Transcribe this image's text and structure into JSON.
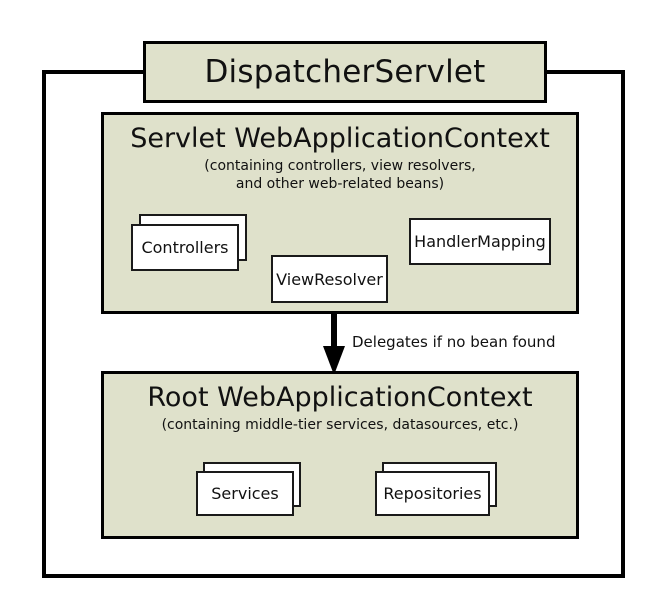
{
  "diagram": {
    "title": "DispatcherServlet",
    "outer_frame_name": "DispatcherServlet boundary",
    "colors": {
      "context_fill": "#dfe1cb",
      "leaf_fill": "#ffffff",
      "stroke": "#000000"
    },
    "servlet_context": {
      "title": "Servlet WebApplicationContext",
      "subtitle": "(containing controllers, view resolvers,\nand other web-related beans)",
      "nodes": [
        {
          "label": "Controllers",
          "stacked": true
        },
        {
          "label": "ViewResolver",
          "stacked": false
        },
        {
          "label": "HandlerMapping",
          "stacked": false
        }
      ]
    },
    "delegation": {
      "label": "Delegates if no bean found",
      "arrow": "down-arrow-icon"
    },
    "root_context": {
      "title": "Root WebApplicationContext",
      "subtitle": "(containing middle-tier services, datasources, etc.)",
      "nodes": [
        {
          "label": "Services",
          "stacked": true
        },
        {
          "label": "Repositories",
          "stacked": true
        }
      ]
    }
  }
}
